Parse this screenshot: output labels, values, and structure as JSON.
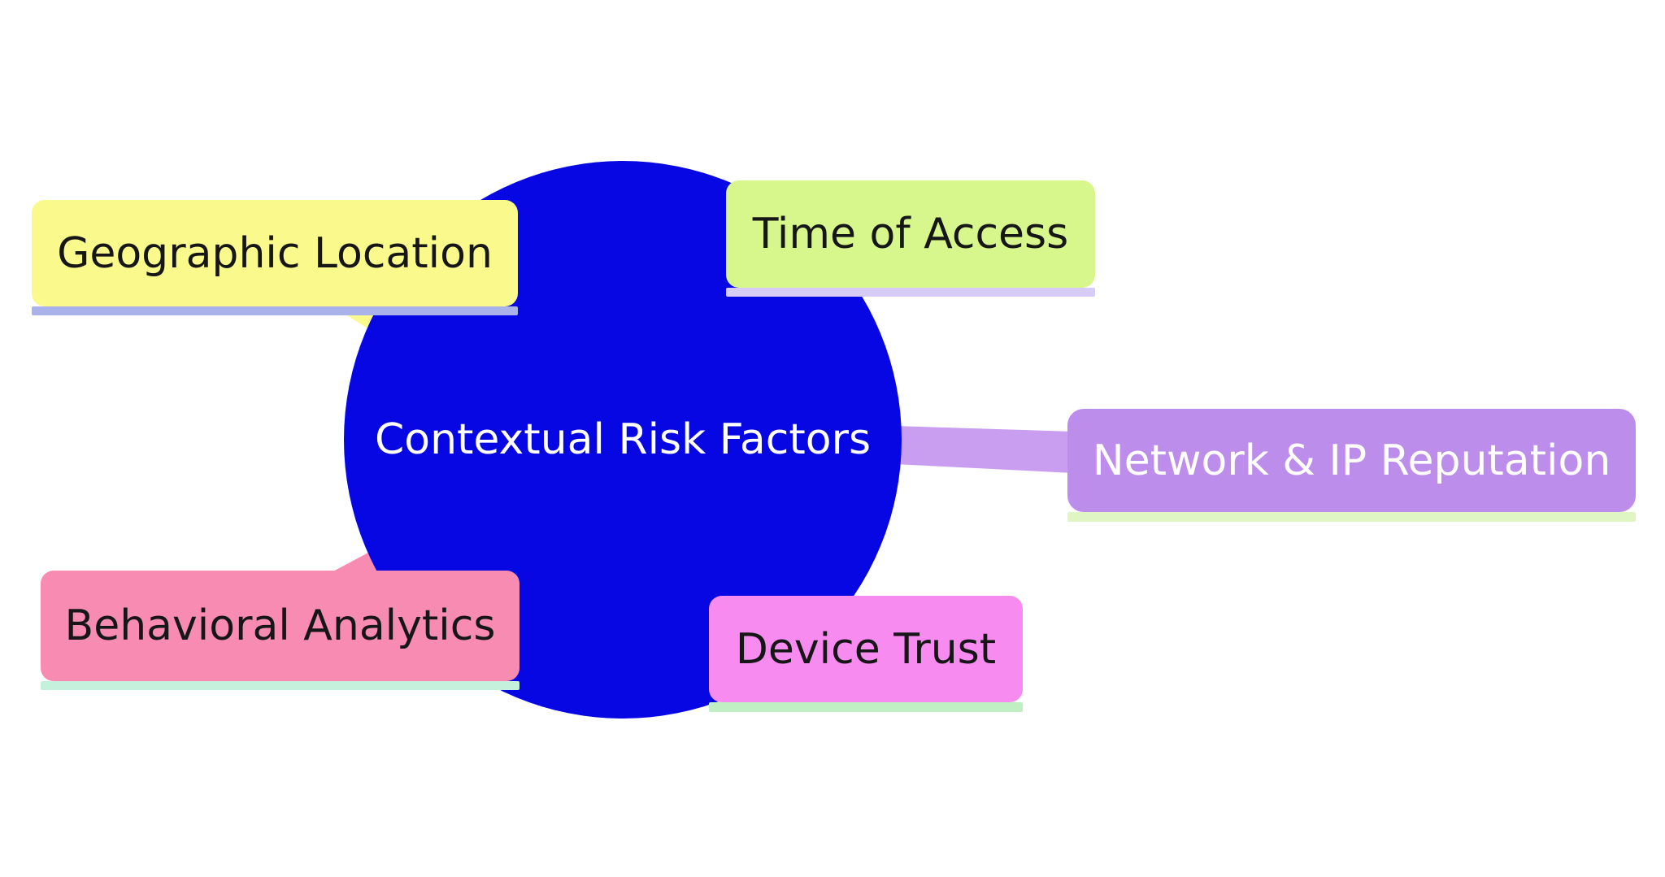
{
  "diagram": {
    "type": "mindmap",
    "background": "#ffffff",
    "center": {
      "label": "Contextual Risk Factors",
      "bg": "#0707e4",
      "text_color": "#ffffff"
    },
    "branches": [
      {
        "id": "geographic",
        "label": "Geographic Location",
        "bg": "#fafa8c",
        "underline_color": "#a9b2e9",
        "text_color": "#161616",
        "position": "top-left"
      },
      {
        "id": "time",
        "label": "Time of Access",
        "bg": "#d7f68c",
        "underline_color": "#d7ccf5",
        "text_color": "#161616",
        "position": "top-right"
      },
      {
        "id": "network",
        "label": "Network & IP Reputation",
        "bg": "#bd8deb",
        "underline_color": "#dff5c3",
        "text_color": "#ffffff",
        "connector_color": "#c99ef0",
        "position": "right"
      },
      {
        "id": "device",
        "label": "Device Trust",
        "bg": "#f88bf0",
        "underline_color": "#c0efc3",
        "text_color": "#161616",
        "position": "bottom-right"
      },
      {
        "id": "behavioral",
        "label": "Behavioral Analytics",
        "bg": "#f78bb2",
        "underline_color": "#c4f0dc",
        "text_color": "#161616",
        "position": "bottom-left"
      }
    ]
  }
}
